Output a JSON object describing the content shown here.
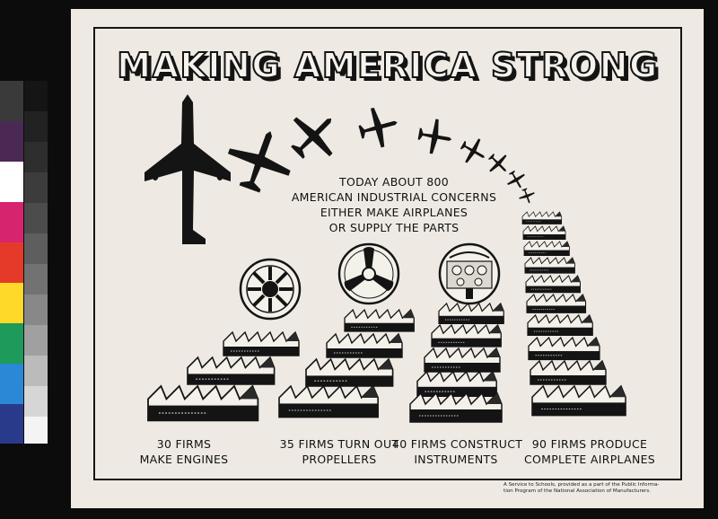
{
  "poster": {
    "title": "MAKING AMERICA STRONG",
    "center_text": [
      "TODAY ABOUT 800",
      "AMERICAN INDUSTRIAL CONCERNS",
      "EITHER MAKE AIRPLANES",
      "OR SUPPLY THE PARTS"
    ],
    "captions": [
      {
        "line1": "30 FIRMS",
        "line2": "MAKE ENGINES"
      },
      {
        "line1": "35 FIRMS TURN OUT",
        "line2": "PROPELLERS"
      },
      {
        "line1": "40 FIRMS CONSTRUCT",
        "line2": "INSTRUMENTS"
      },
      {
        "line1": "90 FIRMS PRODUCE",
        "line2": "COMPLETE AIRPLANES"
      }
    ],
    "footer": [
      "A Service to Schools, provided as a part of the Public Informa-",
      "tion Program of the National Association of Manufacturers."
    ],
    "icons": {
      "engine": "radial-engine-icon",
      "propeller": "propeller-icon",
      "instruments": "instrument-panel-icon",
      "airplane": "airplane-icon",
      "factory": "factory-building-icon"
    }
  },
  "colors": {
    "paper": "#eeeae3",
    "ink": "#141414",
    "background": "#0c0c0c"
  }
}
